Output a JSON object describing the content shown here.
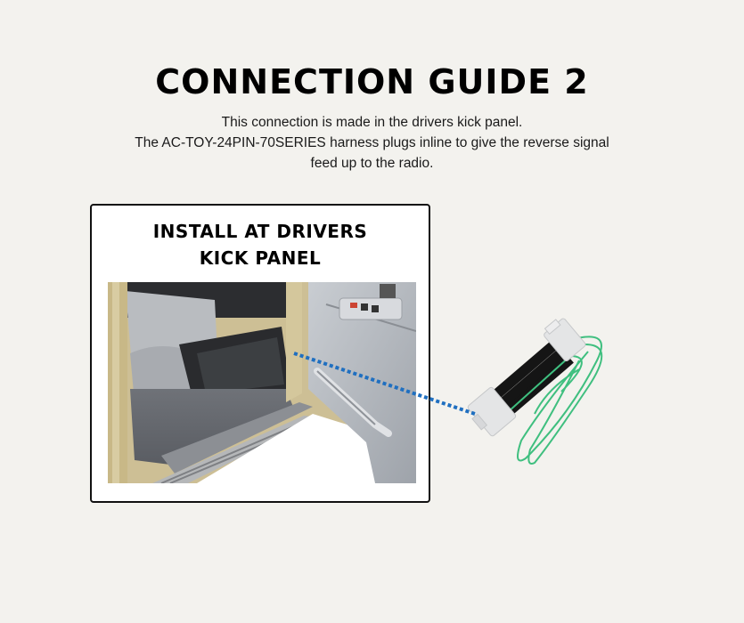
{
  "header": {
    "title": "CONNECTION GUIDE 2",
    "description_lines": [
      "This connection is made in the drivers kick panel.",
      "The AC-TOY-24PIN-70SERIES harness plugs inline to give the reverse signal",
      "feed up to the radio."
    ]
  },
  "card": {
    "title_lines": [
      "INSTALL AT DRIVERS",
      "KICK PANEL"
    ],
    "photo": "vehicle-interior-drivers-kick-panel-photo"
  },
  "product": {
    "image": "wiring-harness-image",
    "part_number": "AC-TOY-24PIN-70SERIES"
  },
  "colors": {
    "background": "#f3f2ee",
    "card_border": "#111111",
    "pointer_dots": "#1f6fc0",
    "harness_wire_green": "#3fbf7f"
  }
}
